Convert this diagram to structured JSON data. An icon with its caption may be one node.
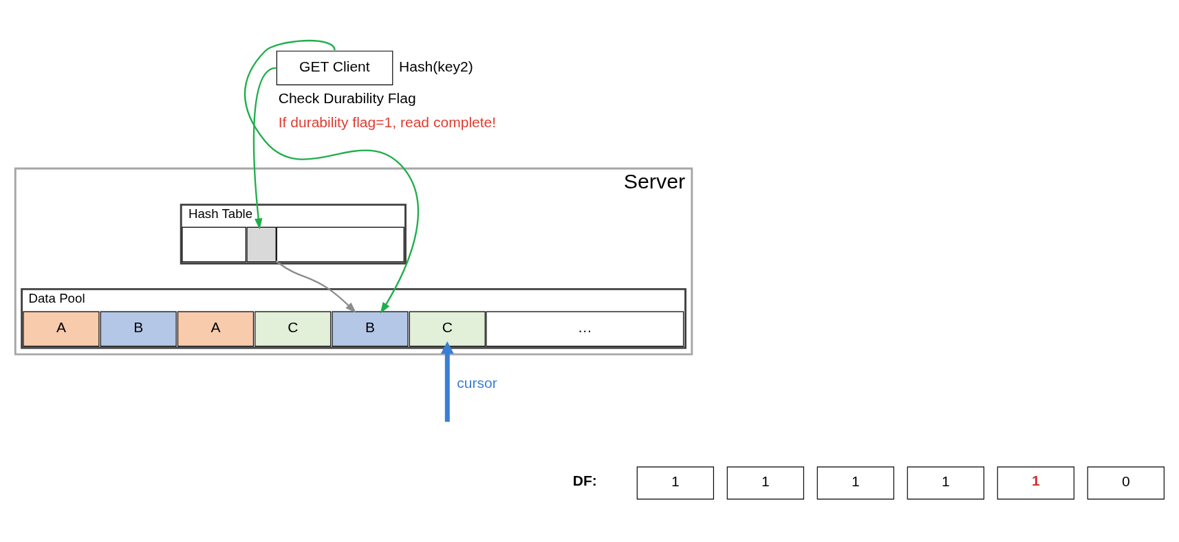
{
  "diagram": {
    "nodes": [
      {
        "text": [
          "GET Client"
        ],
        "beside": [
          "Hash(key2)",
          "Check Durability Flag",
          "If durability flag=1, read complete!"
        ]
      },
      {
        "text": [
          "Server"
        ]
      },
      {
        "text": [
          "Hash Table"
        ],
        "in": 1
      },
      {
        "text": [],
        "shape": "box",
        "in": 2
      },
      {
        "text": [],
        "shape": "box",
        "in": 2
      },
      {
        "text": [],
        "shape": "box",
        "in": 2
      },
      {
        "text": [
          "Data Pool"
        ],
        "in": 1
      },
      {
        "text": [
          "A"
        ],
        "in": 6
      },
      {
        "text": [
          "B"
        ],
        "in": 6
      },
      {
        "text": [
          "A"
        ],
        "in": 6
      },
      {
        "text": [
          "C"
        ],
        "in": 6
      },
      {
        "text": [
          "B"
        ],
        "in": 6
      },
      {
        "text": [
          "C"
        ],
        "in": 6
      },
      {
        "text": [
          "…"
        ],
        "in": 6
      }
    ],
    "edges": [
      {
        "from": 0,
        "to": 4,
        "arrow": "to"
      },
      {
        "from": 0,
        "to": 11,
        "arrow": "to"
      },
      {
        "from": 4,
        "to": 11,
        "arrow": "to",
        "color": "#8c8c8c"
      },
      {
        "from": null,
        "to": 12,
        "arrow": "to",
        "label": "cursor",
        "style": "thick",
        "color": "#3a7fd5"
      }
    ],
    "labels": [
      "DF:",
      "1",
      "1",
      "1",
      "1",
      "1",
      "0"
    ]
  }
}
